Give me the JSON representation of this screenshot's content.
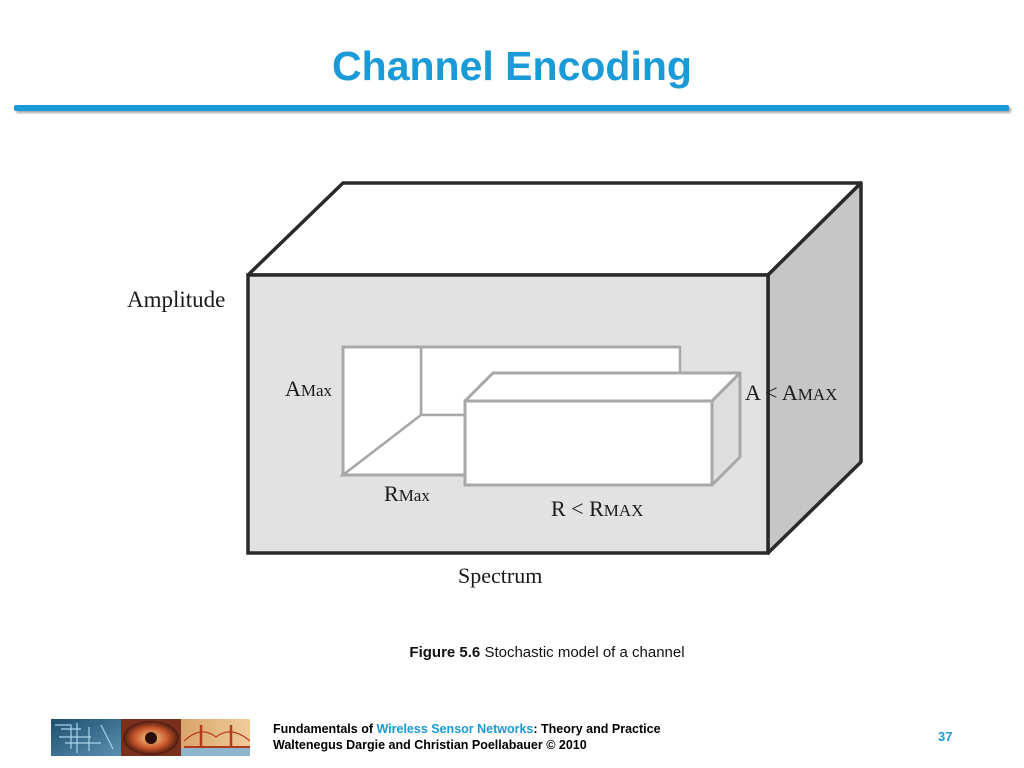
{
  "slide": {
    "title": "Channel Encoding",
    "accent_color": "#1a9ad6"
  },
  "figure": {
    "axis_labels": {
      "amplitude": "Amplitude",
      "spectrum": "Spectrum"
    },
    "inner_labels": {
      "a_max_base": "A",
      "a_max_sub": "Max",
      "r_max_base": "R",
      "r_max_sub": "Max",
      "a_less_base": "A < A",
      "a_less_sub": "MAX",
      "r_less_base": "R < R",
      "r_less_sub": "MAX"
    },
    "caption": {
      "label": "Figure 5.6",
      "text": "Stochastic model of a channel"
    }
  },
  "footer": {
    "line1_prefix": "Fundamentals of ",
    "line1_accent": "Wireless Sensor Networks",
    "line1_suffix": ": Theory and Practice",
    "line2": "Waltenegus Dargie and Christian Poellabauer © 2010",
    "page_number": "37"
  }
}
